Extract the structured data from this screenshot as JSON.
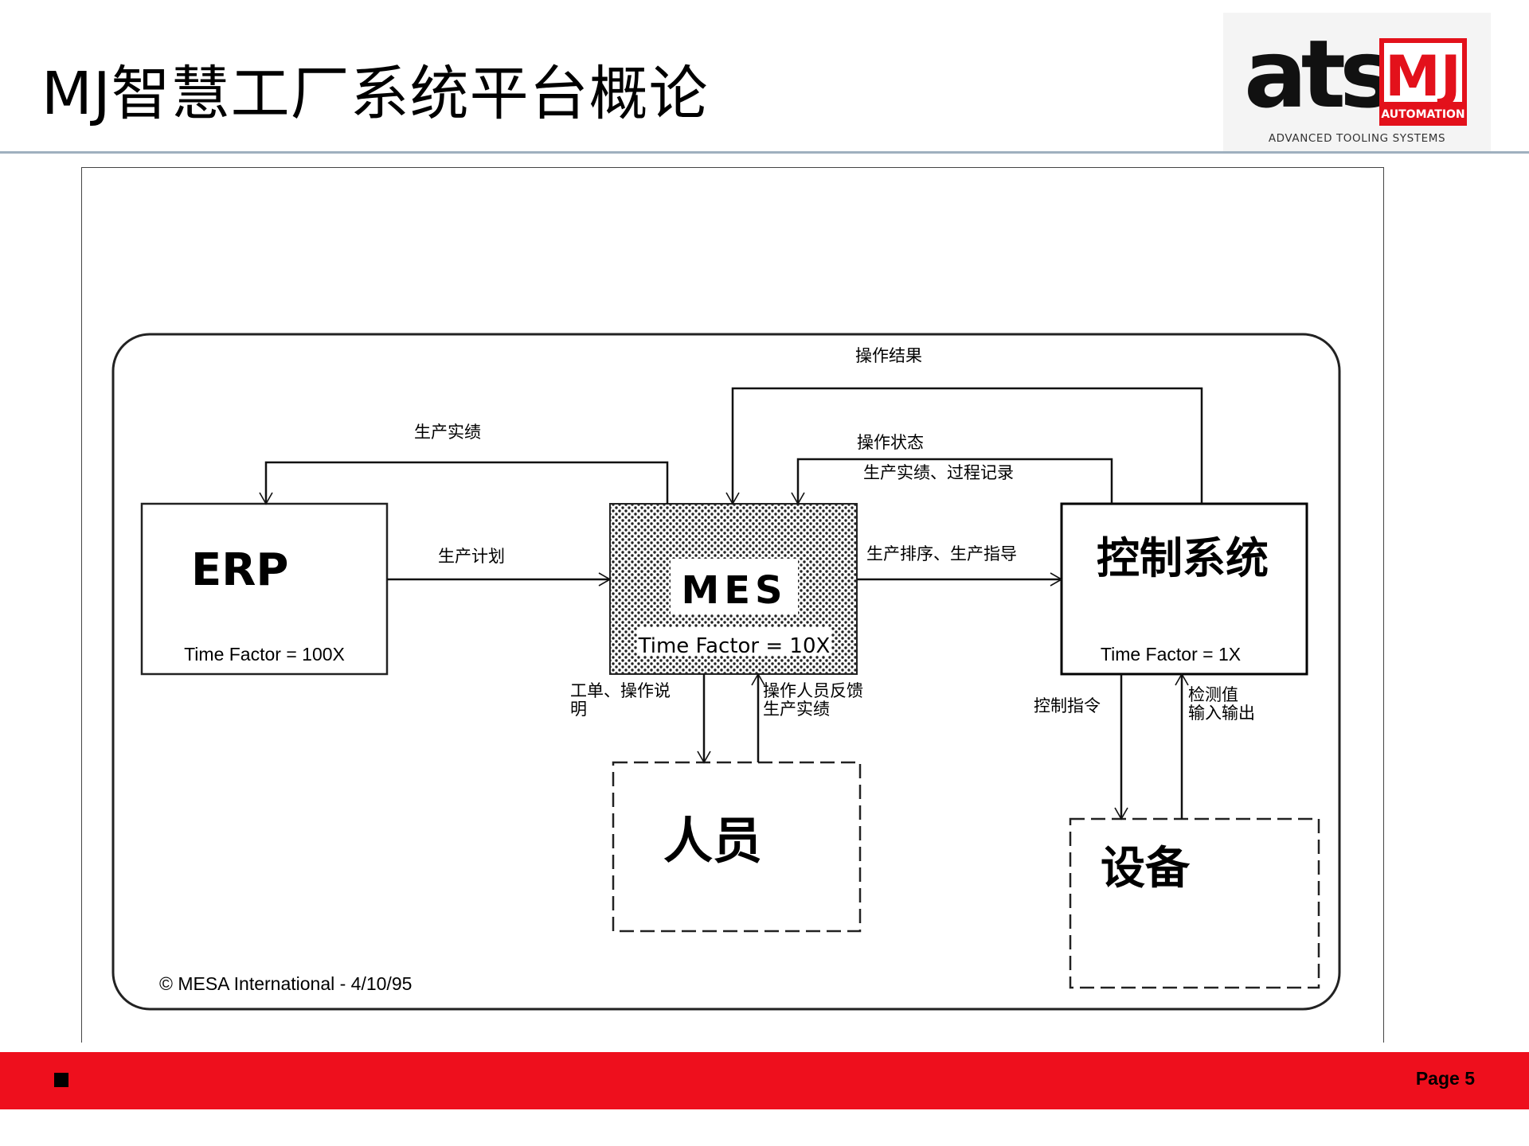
{
  "slide": {
    "title": "MJ智慧工厂系统平台概论",
    "page_label": "Page 5"
  },
  "logo": {
    "wordmark": "ats",
    "badge_letters": "MJ",
    "badge_caption": "AUTOMATION",
    "tagline": "ADVANCED TOOLING SYSTEMS"
  },
  "diagram": {
    "nodes": {
      "erp": {
        "label": "ERP",
        "time_factor": "Time Factor = 100X"
      },
      "mes": {
        "label": "MES",
        "time_factor": "Time Factor = 10X"
      },
      "control": {
        "label": "控制系统",
        "time_factor": "Time Factor = 1X"
      },
      "personnel": {
        "label": "人员"
      },
      "equipment": {
        "label": "设备"
      }
    },
    "edges": {
      "operation_result": "操作结果",
      "production_actual_to_erp": "生产实绩",
      "operation_status": "操作状态",
      "production_actual_process_record": "生产实绩、过程记录",
      "production_plan": "生产计划",
      "scheduling_guidance": "生产排序、生产指导",
      "work_order_line1": "工单、操作说",
      "work_order_line2": "明",
      "operator_feedback_line1": "操作人员反馈",
      "operator_feedback_line2": "生产实绩",
      "control_command": "控制指令",
      "measurement_line1": "检测值",
      "measurement_line2": "输入输出"
    },
    "copyright": "© MESA International - 4/10/95"
  },
  "colors": {
    "footer_red": "#ee0f1d",
    "logo_red": "#e3111b",
    "rule_blue_grey": "#9fb0bf"
  }
}
